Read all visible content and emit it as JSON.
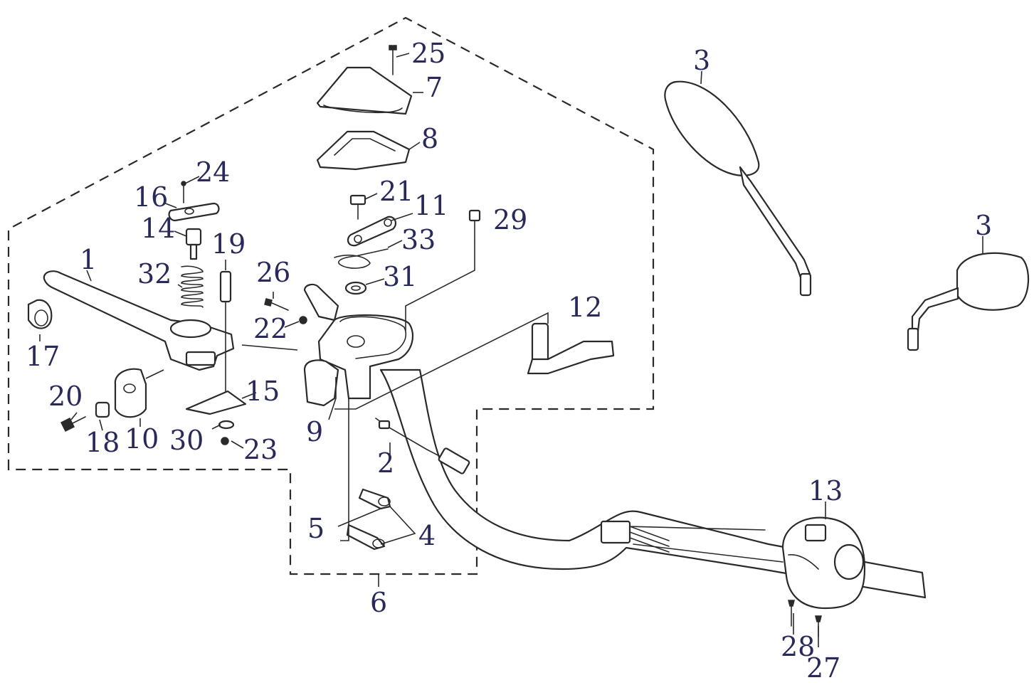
{
  "callouts": [
    {
      "id": "1",
      "text": "1"
    },
    {
      "id": "2",
      "text": "2"
    },
    {
      "id": "3a",
      "text": "3"
    },
    {
      "id": "3b",
      "text": "3"
    },
    {
      "id": "4",
      "text": "4"
    },
    {
      "id": "5",
      "text": "5"
    },
    {
      "id": "6",
      "text": "6"
    },
    {
      "id": "7",
      "text": "7"
    },
    {
      "id": "8",
      "text": "8"
    },
    {
      "id": "9",
      "text": "9"
    },
    {
      "id": "10",
      "text": "10"
    },
    {
      "id": "11",
      "text": "11"
    },
    {
      "id": "12",
      "text": "12"
    },
    {
      "id": "13",
      "text": "13"
    },
    {
      "id": "14",
      "text": "14"
    },
    {
      "id": "15",
      "text": "15"
    },
    {
      "id": "16",
      "text": "16"
    },
    {
      "id": "17",
      "text": "17"
    },
    {
      "id": "18",
      "text": "18"
    },
    {
      "id": "19",
      "text": "19"
    },
    {
      "id": "20",
      "text": "20"
    },
    {
      "id": "21",
      "text": "21"
    },
    {
      "id": "22",
      "text": "22"
    },
    {
      "id": "23",
      "text": "23"
    },
    {
      "id": "24",
      "text": "24"
    },
    {
      "id": "25",
      "text": "25"
    },
    {
      "id": "26",
      "text": "26"
    },
    {
      "id": "27",
      "text": "27"
    },
    {
      "id": "28",
      "text": "28"
    },
    {
      "id": "29",
      "text": "29"
    },
    {
      "id": "30",
      "text": "30"
    },
    {
      "id": "31",
      "text": "31"
    },
    {
      "id": "32",
      "text": "32"
    },
    {
      "id": "33",
      "text": "33"
    }
  ]
}
